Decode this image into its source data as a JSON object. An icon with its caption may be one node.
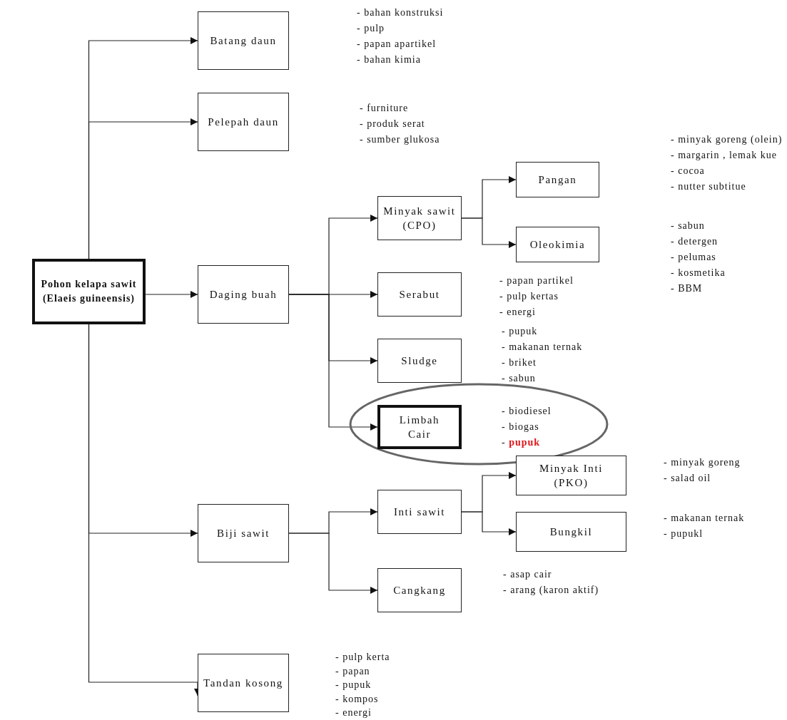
{
  "diagram": {
    "nodes": [
      {
        "text": [
          "Pohon kelapa sawit (Elaeis guineensis)"
        ]
      },
      {
        "text": [
          "Batang daun"
        ],
        "beside": [
          "- bahan konstruksi",
          "- pulp",
          "- papan apartikel",
          "- bahan kimia"
        ]
      },
      {
        "text": [
          "Pelepah daun"
        ],
        "beside": [
          "- furniture",
          "- produk serat",
          "- sumber glukosa"
        ]
      },
      {
        "text": [
          "Daging buah"
        ]
      },
      {
        "text": [
          "Minyak sawit (CPO)"
        ]
      },
      {
        "text": [
          "Pangan"
        ],
        "beside": [
          "- minyak goreng (olein)",
          "- margarin , lemak kue",
          "- cocoa",
          "- nutter subtitue"
        ]
      },
      {
        "text": [
          "Oleokimia"
        ],
        "beside": [
          "- sabun",
          "- detergen",
          "- pelumas",
          "- kosmetika",
          "- BBM"
        ]
      },
      {
        "text": [
          "Serabut"
        ],
        "beside": [
          "- papan partikel",
          "- pulp kertas",
          "- energi"
        ]
      },
      {
        "text": [
          "Sludge"
        ],
        "beside": [
          "- pupuk",
          "- makanan ternak",
          "- briket",
          "- sabun"
        ]
      },
      {
        "text": [
          "Limbah Cair"
        ],
        "beside": [
          "- biodiesel",
          "- biogas",
          "- **pupuk**"
        ]
      },
      {
        "text": [
          "Inti sawit"
        ]
      },
      {
        "text": [
          "Minyak Inti (PKO)"
        ],
        "beside": [
          "- minyak goreng",
          "- salad oil"
        ]
      },
      {
        "text": [
          "Bungkil"
        ],
        "beside": [
          "- makanan ternak",
          "- pupukl"
        ]
      },
      {
        "text": [
          "Biji sawit"
        ]
      },
      {
        "text": [
          "Cangkang"
        ],
        "beside": [
          "- asap cair",
          "- arang (karon aktif)"
        ]
      },
      {
        "text": [
          "Tandan kosong"
        ],
        "beside": [
          "- pulp kerta",
          "- papan",
          "- pupuk",
          "- kompos",
          "- energi"
        ]
      }
    ],
    "edges": [
      {
        "from": 0,
        "to": 1,
        "arrow": "to"
      },
      {
        "from": 0,
        "to": 2,
        "arrow": "to"
      },
      {
        "from": 0,
        "to": 3,
        "arrow": "to"
      },
      {
        "from": 0,
        "to": 13,
        "arrow": "to"
      },
      {
        "from": 0,
        "to": 15,
        "arrow": "to"
      },
      {
        "from": 3,
        "to": 4,
        "arrow": "to"
      },
      {
        "from": 3,
        "to": 7,
        "arrow": "to"
      },
      {
        "from": 3,
        "to": 8,
        "arrow": "to"
      },
      {
        "from": 3,
        "to": 9,
        "arrow": "to"
      },
      {
        "from": 4,
        "to": 5,
        "arrow": "to"
      },
      {
        "from": 4,
        "to": 6,
        "arrow": "to"
      },
      {
        "from": 13,
        "to": 10,
        "arrow": "to"
      },
      {
        "from": 13,
        "to": 14,
        "arrow": "to"
      },
      {
        "from": 10,
        "to": 11,
        "arrow": "to"
      },
      {
        "from": 10,
        "to": 12,
        "arrow": "to"
      }
    ]
  }
}
